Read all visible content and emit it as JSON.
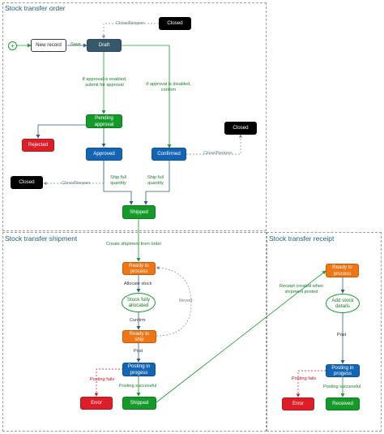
{
  "frames": {
    "order_title": "Stock transfer order",
    "shipment_title": "Stock transfer shipment",
    "receipt_title": "Stock transfer receipt"
  },
  "start_symbol": "+",
  "nodes": {
    "new_record": "New record",
    "draft": "Draft",
    "closed_top": "Closed",
    "pending_approval": "Pending approval",
    "rejected": "Rejected",
    "approved": "Approved",
    "confirmed": "Confirmed",
    "closed_right": "Closed",
    "closed_left": "Closed",
    "shipped_order": "Shipped",
    "ready_to_process_ship": "Ready to process",
    "stock_fully_allocated": "Stock fully allocated",
    "ready_to_ship": "Ready to ship",
    "posting_ship": "Posting in progess",
    "error_ship": "Error",
    "shipped_ship": "Shipped",
    "ready_to_process_rec": "Ready to process",
    "add_stock_details": "Add stock details",
    "posting_rec": "Posting in progess",
    "error_rec": "Error",
    "received": "Received"
  },
  "labels": {
    "save": "Save",
    "close_reopen_top": "Close/Reopen",
    "approval_enabled": "If approval is enabled, submit for approval",
    "approval_disabled": "If approval is disabled, confirm",
    "close_reopen_right": "Close/Reopen",
    "close_reopen_left": "Close/Reopen",
    "ship_full_left": "Ship full quantity",
    "ship_full_right": "Ship full quantity",
    "create_shipment": "Create shipment from order",
    "allocate_stock": "Allocate stock",
    "confirm": "Confirm",
    "revert": "Revert",
    "post_ship": "Post",
    "posting_fails_ship": "Posting fails",
    "posting_successful_ship": "Posting successful",
    "receipt_created": "Receipt created when shipment posted",
    "post_rec": "Post",
    "posting_fails_rec": "Posting fails",
    "posting_successful_rec": "Posting successful"
  },
  "colors": {
    "green": "#159a2a",
    "blue": "#1565b5",
    "orange": "#ef7515",
    "red": "#dd1e29",
    "black": "#000000",
    "draft": "#36586b",
    "connector_gray": "#7a8c99",
    "connector_blue": "#2a5d86",
    "connector_green": "#1c9a30",
    "fail_red": "#c0141e"
  }
}
